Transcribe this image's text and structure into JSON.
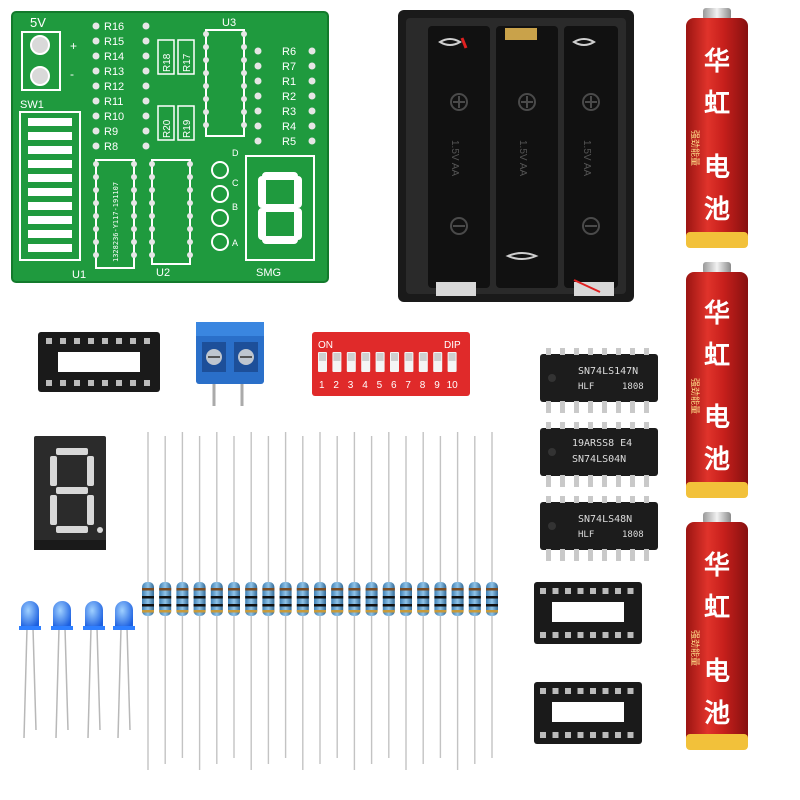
{
  "pcb": {
    "power_label": "5V",
    "power_pins": [
      "+",
      "-"
    ],
    "switch_label": "SW1",
    "resistors_left": [
      "R16",
      "R15",
      "R14",
      "R13",
      "R12",
      "R11",
      "R10",
      "R9",
      "R8"
    ],
    "resistors_mid_top": [
      "R18",
      "R17"
    ],
    "resistors_mid_bottom": [
      "R20",
      "R19"
    ],
    "resistors_right": [
      "R6",
      "R7",
      "R1",
      "R2",
      "R3",
      "R4",
      "R5"
    ],
    "u1_label": "U1",
    "u2_label": "U2",
    "u3_label": "U3",
    "u1_text": "1328236-Y117-191107",
    "display_label": "SMG",
    "led_labels": [
      "D",
      "C",
      "B",
      "A"
    ]
  },
  "dip_switch": {
    "on_label": "ON",
    "dip_label": "DIP",
    "numbers": [
      "1",
      "2",
      "3",
      "4",
      "5",
      "6",
      "7",
      "8",
      "9",
      "10"
    ]
  },
  "chips": [
    {
      "line1": "SN74LS147N",
      "line2": "HLF",
      "line3": "1808"
    },
    {
      "line1": "19ARSS8 E4",
      "line2": "SN74LS04N",
      "line3": ""
    },
    {
      "line1": "SN74LS48N",
      "line2": "HLF",
      "line3": "1808"
    }
  ],
  "battery": {
    "brand": [
      "华",
      "虹",
      "电",
      "池"
    ],
    "slogan": "强劲能量"
  },
  "holder": {
    "cell_label": "1.5V AA"
  },
  "colors": {
    "pcb_green": "#1f9a3e",
    "battery_red": "#c8201c",
    "dip_red": "#e02a2a",
    "terminal_blue": "#2a6fc9",
    "led_blue": "#2f7fff"
  }
}
